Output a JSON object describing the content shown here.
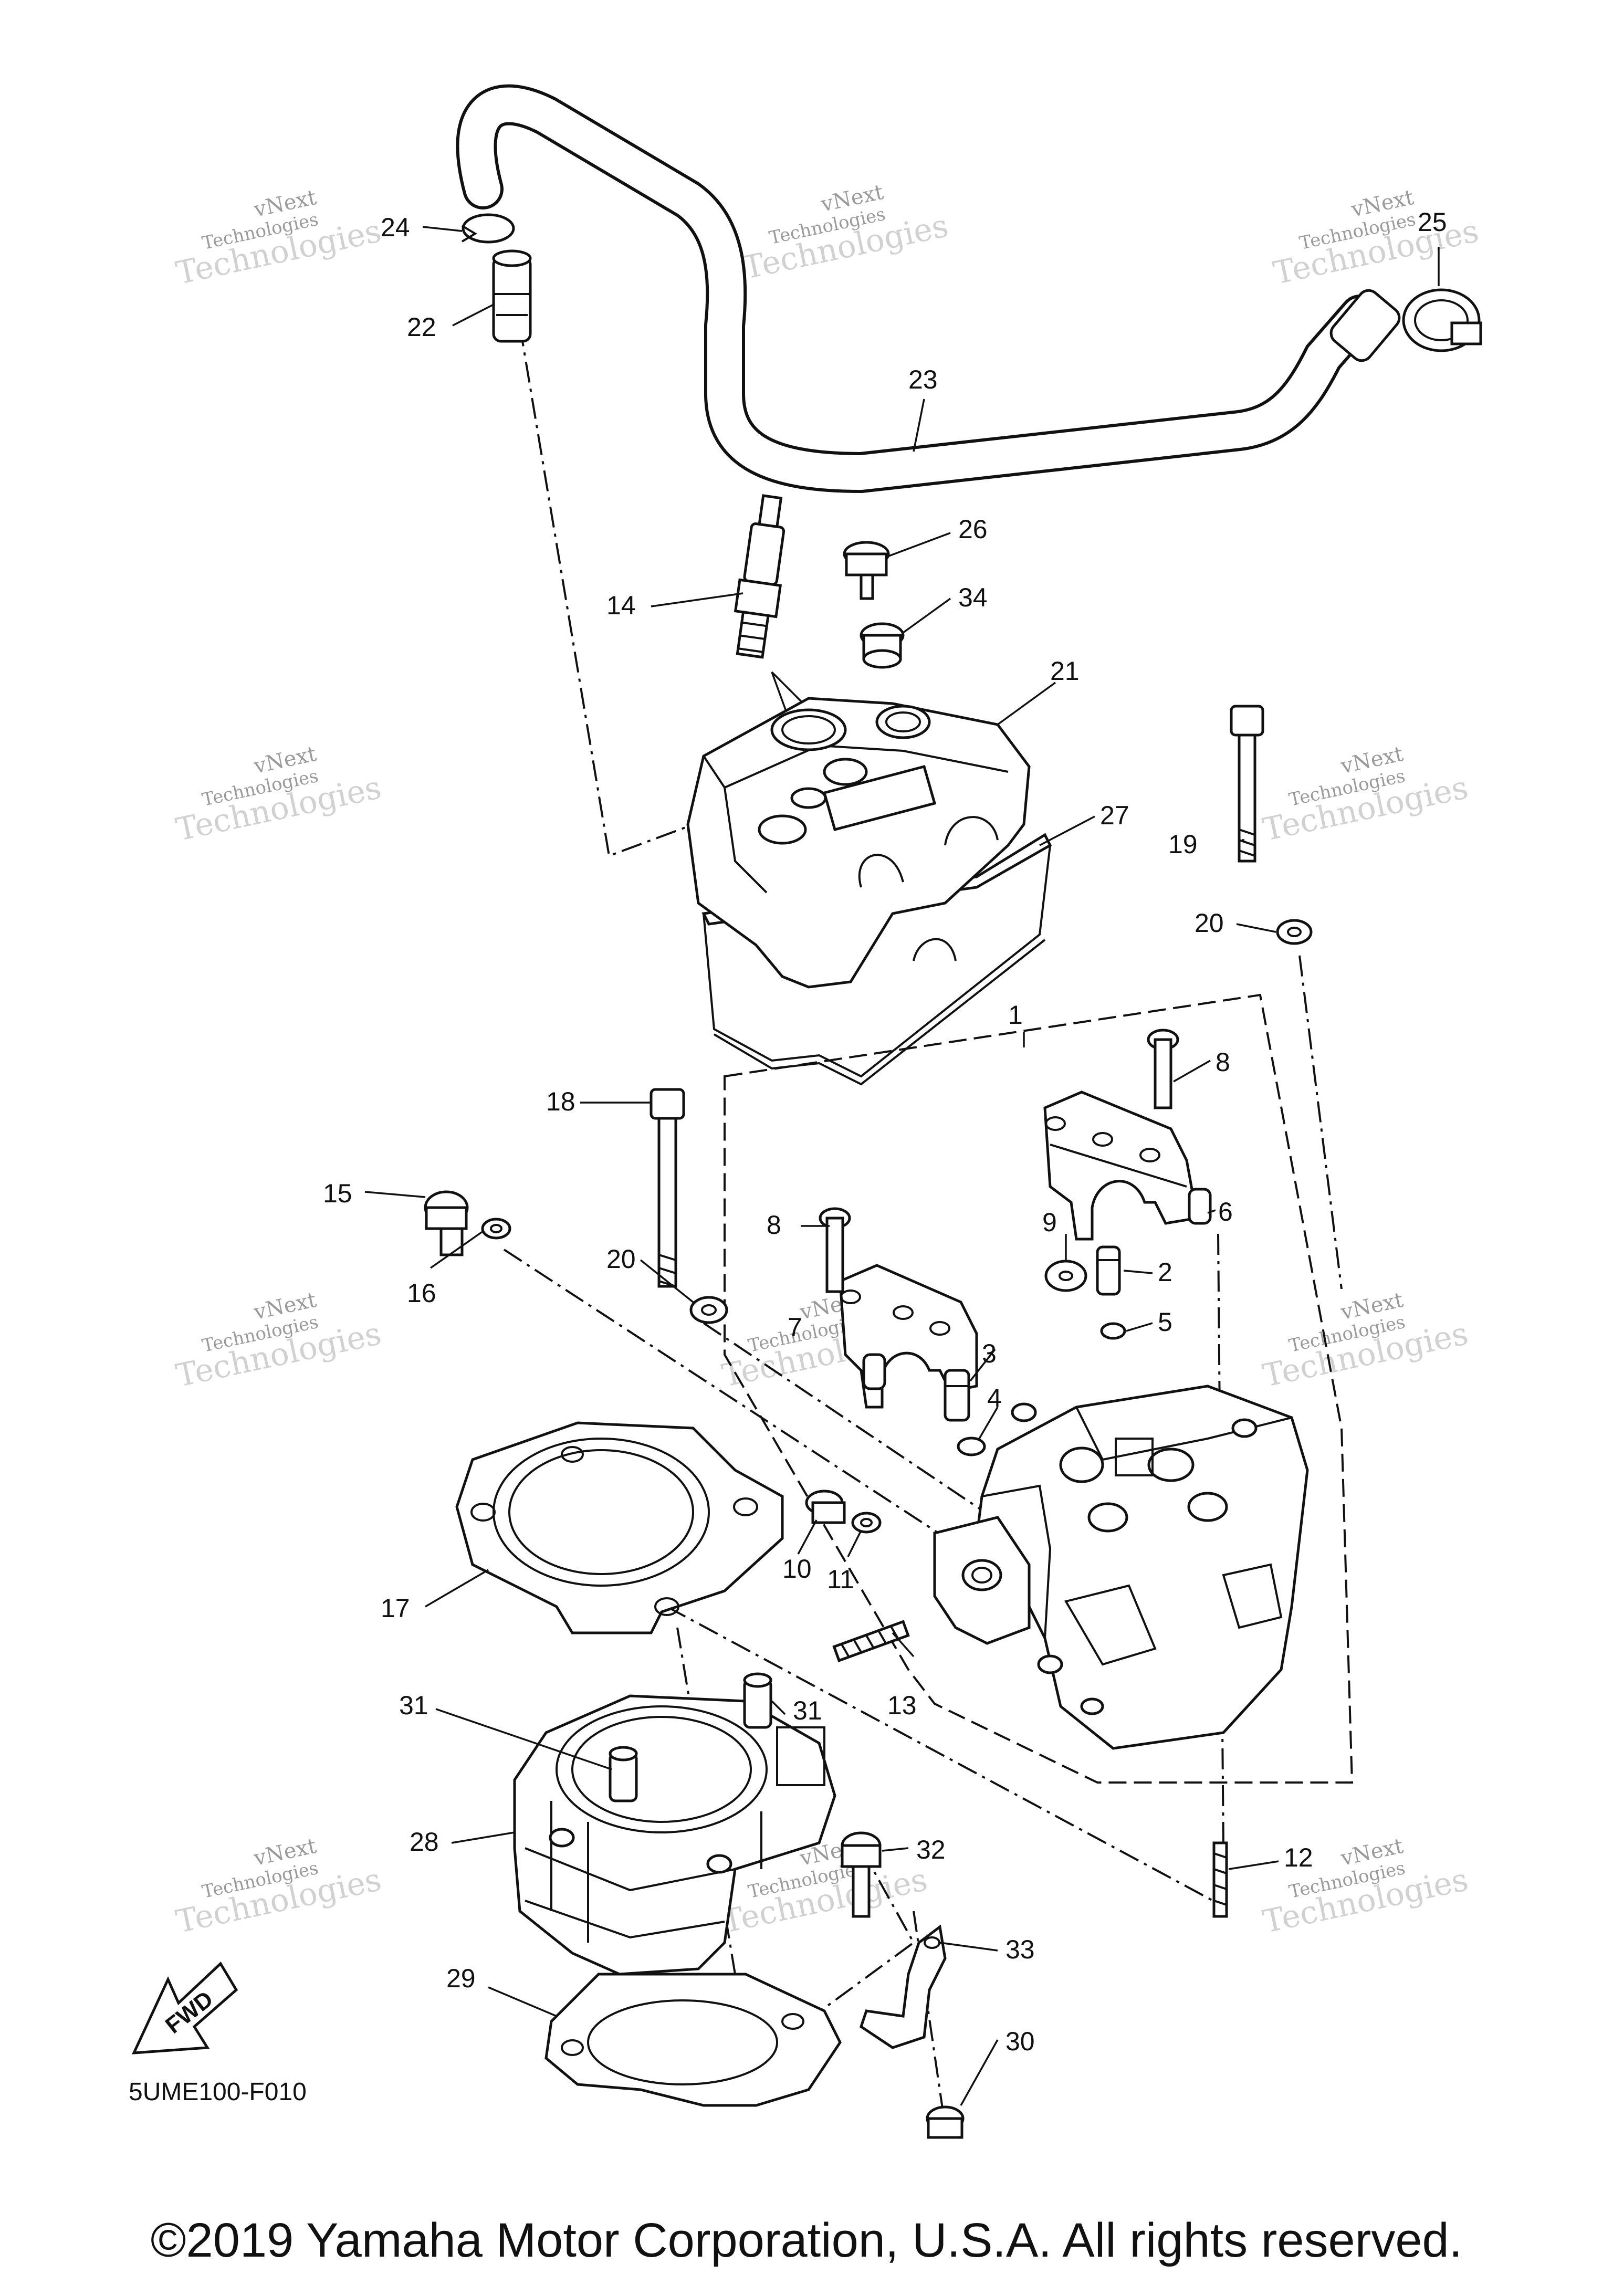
{
  "diagram_code": "5UME100-F010",
  "fwd_label": "FWD",
  "watermark": {
    "line1": "vNext",
    "line2": "Technologies",
    "line3": "Technologies"
  },
  "callouts": {
    "c1": "1",
    "c2": "2",
    "c3": "3",
    "c4": "4",
    "c5": "5",
    "c6": "6",
    "c7": "7",
    "c8a": "8",
    "c8b": "8",
    "c9": "9",
    "c10": "10",
    "c11": "11",
    "c12": "12",
    "c13": "13",
    "c14": "14",
    "c15": "15",
    "c16": "16",
    "c17": "17",
    "c18": "18",
    "c19": "19",
    "c20a": "20",
    "c20b": "20",
    "c21": "21",
    "c22": "22",
    "c23": "23",
    "c24": "24",
    "c25": "25",
    "c26": "26",
    "c27": "27",
    "c28": "28",
    "c29": "29",
    "c30": "30",
    "c31a": "31",
    "c31b": "31",
    "c32": "32",
    "c33": "33",
    "c34": "34"
  },
  "copyright": "©2019 Yamaha Motor Corporation, U.S.A. All rights reserved."
}
